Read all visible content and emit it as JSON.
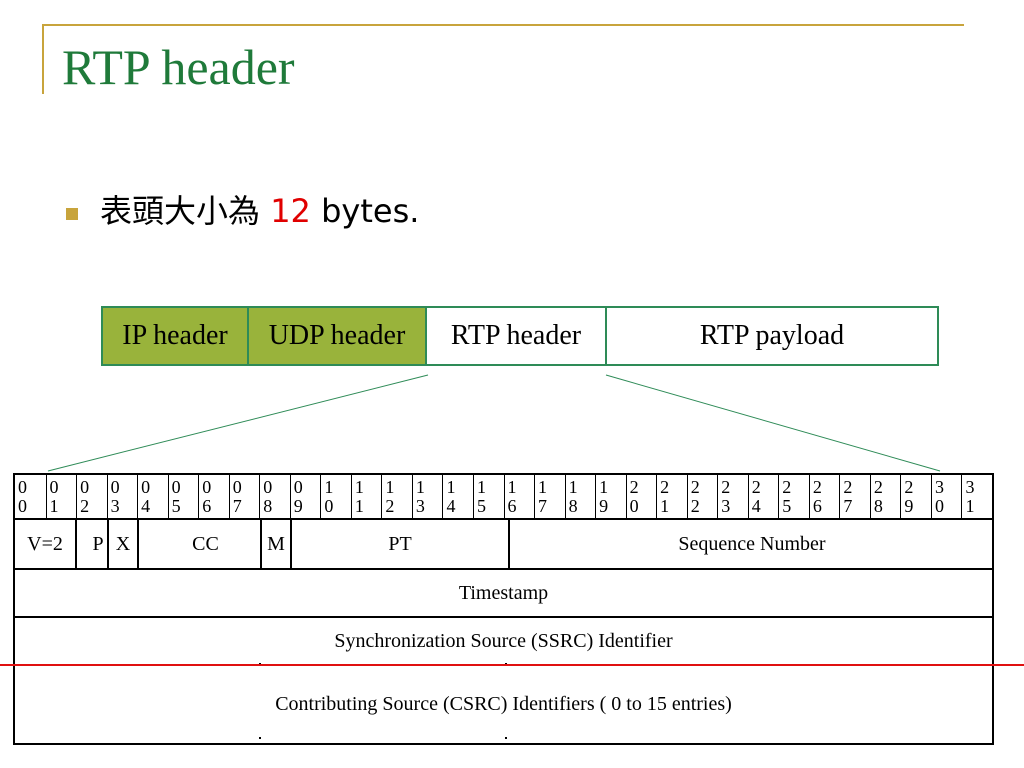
{
  "slide": {
    "title": "RTP header",
    "bullet_prefix": "表頭大小為 ",
    "bullet_number": "12",
    "bullet_suffix": " bytes."
  },
  "packet": {
    "segments": [
      "IP header",
      "UDP header",
      "RTP header",
      "RTP payload"
    ]
  },
  "rtp_header": {
    "bits": [
      "0 0",
      "0 1",
      "0 2",
      "0 3",
      "0 4",
      "0 5",
      "0 6",
      "0 7",
      "0 8",
      "0 9",
      "1 0",
      "1 1",
      "1 2",
      "1 3",
      "1 4",
      "1 5",
      "1 6",
      "1 7",
      "1 8",
      "1 9",
      "2 0",
      "2 1",
      "2 2",
      "2 3",
      "2 4",
      "2 5",
      "2 6",
      "2 7",
      "2 8",
      "2 9",
      "3 0",
      "3 1"
    ],
    "fields": [
      "V=2",
      "P",
      "X",
      "CC",
      "M",
      "PT",
      "Sequence Number"
    ],
    "timestamp": "Timestamp",
    "ssrc": "Synchronization Source (SSRC) Identifier",
    "csrc": "Contributing Source (CSRC) Identifiers ( 0 to 15 entries)"
  },
  "colors": {
    "title": "#1f7a3a",
    "accent": "#c8a43c",
    "header_fill": "#99b33b",
    "packet_border": "#2e8b57",
    "highlight_number": "#e00000",
    "cut_line": "#e01010"
  }
}
